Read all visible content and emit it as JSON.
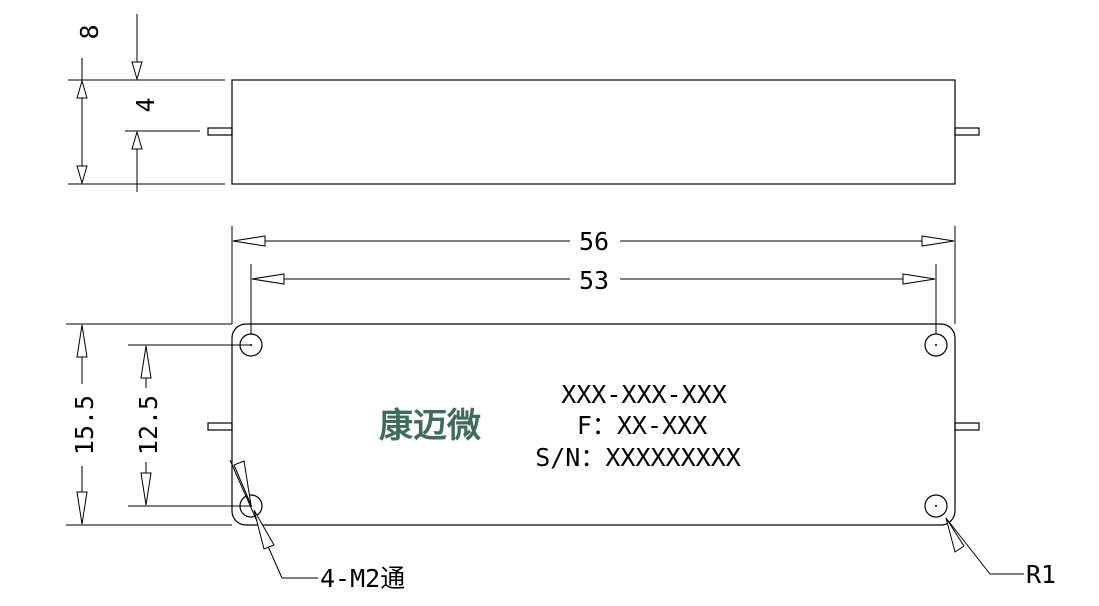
{
  "dimensions": {
    "height_total": "8",
    "height_pin": "4",
    "length_total": "56",
    "length_holes": "53",
    "width_total": "15.5",
    "width_holes": "12.5"
  },
  "callouts": {
    "holes": "4-M2通",
    "corner_radius": "R1"
  },
  "label": {
    "brand": "康迈微",
    "brand_color": "#3f6b5a",
    "part_number": "XXX-XXX-XXX",
    "frequency": "F：XX-XXX",
    "serial": "S/N：XXXXXXXXX"
  }
}
